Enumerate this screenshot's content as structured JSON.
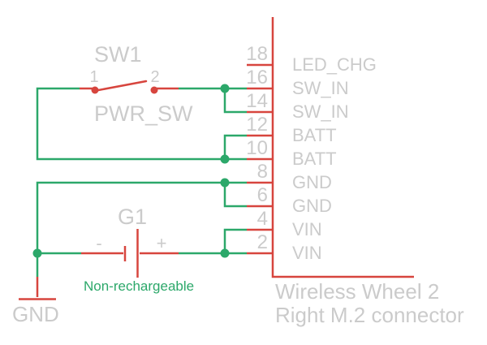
{
  "colors": {
    "canvas-bg": "#ffffff",
    "wire-green": "#2ca86a",
    "symbol-red": "#d7453e",
    "label-gray": "#cbcbcb"
  },
  "switch": {
    "designator": "SW1",
    "net_label": "PWR_SW",
    "pin1_number": "1",
    "pin2_number": "2"
  },
  "battery": {
    "designator": "G1",
    "minus_sign": "-",
    "plus_sign": "+",
    "note": "Non-rechargeable"
  },
  "ground": {
    "label": "GND"
  },
  "connector": {
    "title_line1": "Wireless Wheel 2",
    "title_line2": "Right M.2 connector",
    "pins": [
      {
        "number": "18",
        "net": "LED_CHG"
      },
      {
        "number": "16",
        "net": "SW_IN"
      },
      {
        "number": "14",
        "net": "SW_IN"
      },
      {
        "number": "12",
        "net": "BATT"
      },
      {
        "number": "10",
        "net": "BATT"
      },
      {
        "number": "8",
        "net": "GND"
      },
      {
        "number": "6",
        "net": "GND"
      },
      {
        "number": "4",
        "net": "VIN"
      },
      {
        "number": "2",
        "net": "VIN"
      }
    ]
  }
}
